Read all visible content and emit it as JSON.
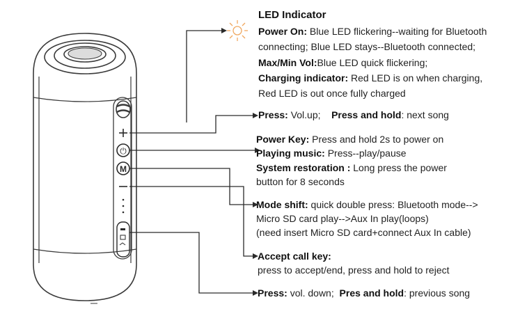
{
  "led": {
    "title": "LED Indicator",
    "power_on_label": "Power On:",
    "power_on_text_1": " Blue LED flickering--waiting for Bluetooth",
    "power_on_text_2": "connecting; Blue LED stays--Bluetooth connected;",
    "maxmin_label": "Max/Min Vol:",
    "maxmin_text": "Blue LED quick flickering;",
    "charging_label": "Charging indicator:",
    "charging_text_1": " Red LED is on when charging,",
    "charging_text_2": "Red LED is out once fully charged"
  },
  "vol_up": {
    "press_label": "Press:",
    "press_text": " Vol.up;",
    "hold_label": "Press and hold",
    "hold_text": ": next song"
  },
  "power_key": {
    "label": "Power Key:",
    "text": " Press and hold 2s to power on",
    "playing_label": "Playing music:",
    "playing_text": " Press--play/pause",
    "restore_label": "System restoration :",
    "restore_text_1": " Long press the power",
    "restore_text_2": "button for 8 seconds"
  },
  "mode": {
    "label": "Mode shift:",
    "text_1": " quick double press: Bluetooth mode-->",
    "text_2": "Micro SD card play-->Aux In play(loops)",
    "text_3": "(need insert Micro SD card+connect Aux In cable)"
  },
  "call": {
    "label": "Accept call key:",
    "text": "press to accept/end, press and hold to reject"
  },
  "vol_down": {
    "press_label": "Press:",
    "press_text": " vol. down;",
    "hold_label": "Pres and hold",
    "hold_text": ": previous song"
  },
  "button_glyphs": {
    "power": "⏻",
    "mode": "M"
  },
  "colors": {
    "line": "#2a2a2a",
    "outline": "#3a3a3a",
    "led_sun": "#f0a860"
  }
}
